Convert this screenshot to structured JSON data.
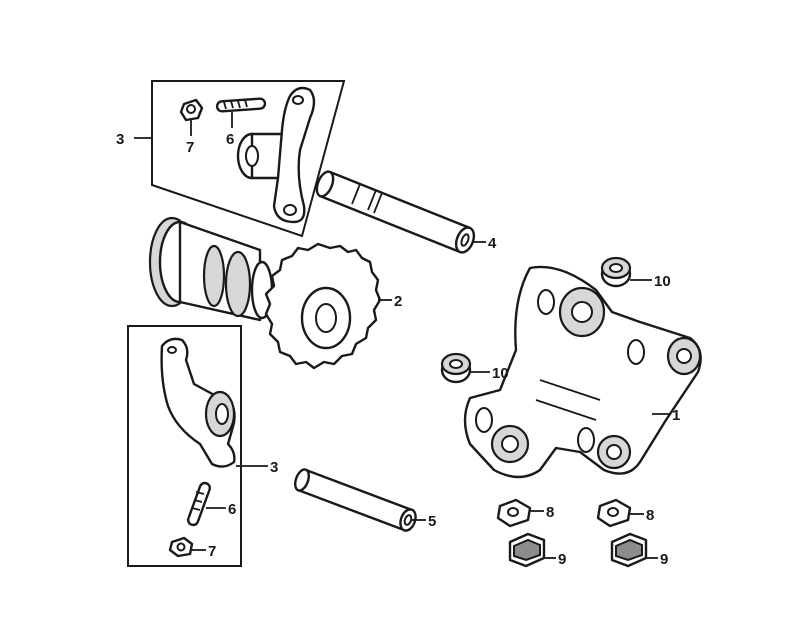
{
  "callouts": {
    "c3_top": "3",
    "c7_top": "7",
    "c6_top": "6",
    "c4": "4",
    "c2": "2",
    "c10_right": "10",
    "c10_left": "10",
    "c1": "1",
    "c3_bottom": "3",
    "c6_bottom": "6",
    "c7_bottom": "7",
    "c5": "5",
    "c8_left": "8",
    "c8_right": "8",
    "c9_left": "9",
    "c9_right": "9"
  }
}
